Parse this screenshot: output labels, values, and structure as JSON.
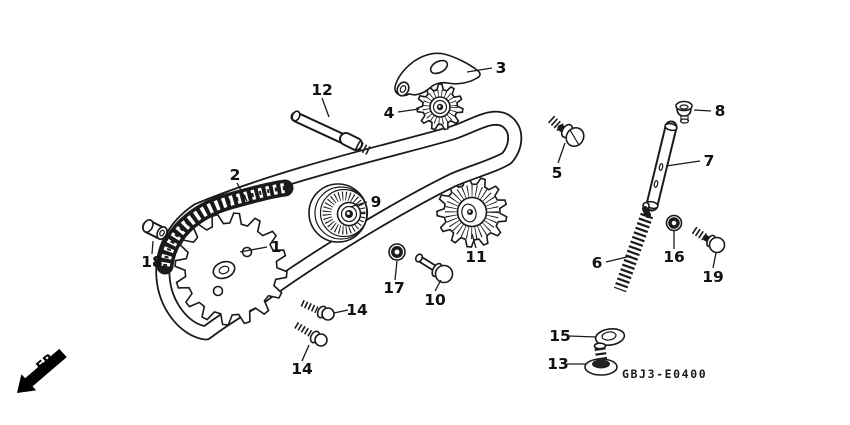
{
  "diagram": {
    "code": "GBJ3-E0400",
    "direction_label": "FR.",
    "colors": {
      "line": "#1a1a1a",
      "background": "#ffffff"
    },
    "callouts": {
      "c1": "1",
      "c2": "2",
      "c3": "3",
      "c4": "4",
      "c5": "5",
      "c6": "6",
      "c7": "7",
      "c8": "8",
      "c9": "9",
      "c10": "10",
      "c11": "11",
      "c12": "12",
      "c13": "13",
      "c14a": "14",
      "c14b": "14",
      "c15": "15",
      "c16": "16",
      "c17": "17",
      "c18": "18",
      "c19": "19"
    }
  }
}
